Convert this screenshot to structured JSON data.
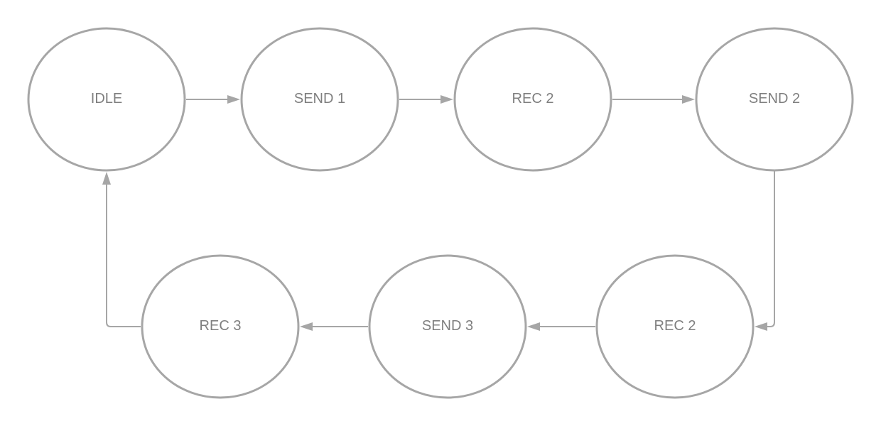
{
  "diagram": {
    "type": "state-machine",
    "states": [
      {
        "id": "s1",
        "label": "IDLE"
      },
      {
        "id": "s2",
        "label": "SEND 1"
      },
      {
        "id": "s3",
        "label": "REC 2"
      },
      {
        "id": "s4",
        "label": "SEND 2"
      },
      {
        "id": "s5",
        "label": "REC 2"
      },
      {
        "id": "s6",
        "label": "SEND 3"
      },
      {
        "id": "s7",
        "label": "REC 3"
      }
    ],
    "transitions": [
      {
        "from": "s1",
        "to": "s2"
      },
      {
        "from": "s2",
        "to": "s3"
      },
      {
        "from": "s3",
        "to": "s4"
      },
      {
        "from": "s4",
        "to": "s5"
      },
      {
        "from": "s5",
        "to": "s6"
      },
      {
        "from": "s6",
        "to": "s7"
      },
      {
        "from": "s7",
        "to": "s1"
      }
    ],
    "colors": {
      "stroke": "#a6a6a6",
      "text": "#7f7f7f",
      "background": "#ffffff"
    }
  }
}
